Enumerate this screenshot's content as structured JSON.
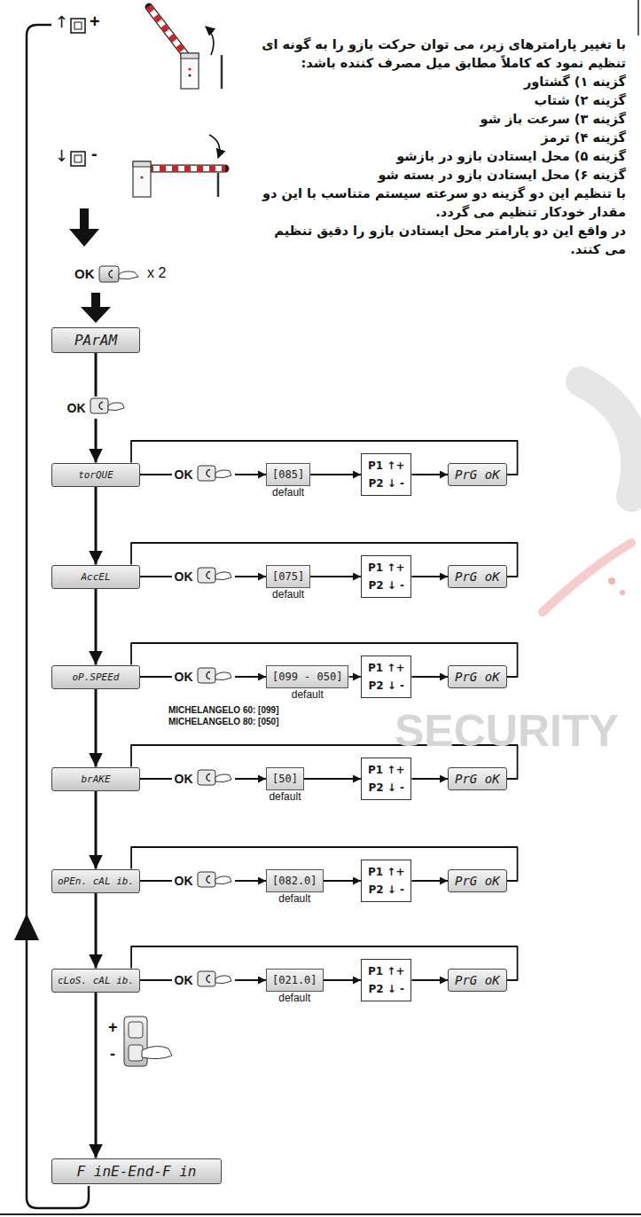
{
  "diagram": {
    "nodes": [
      {
        "text": [
          "PArAM"
        ]
      },
      {
        "text": [
          "torQUE"
        ]
      },
      {
        "text": [
          "[085]",
          "default"
        ]
      },
      {
        "text": [
          "P1 ↑+",
          "P2 ↓ -"
        ]
      },
      {
        "text": [
          "PrG oK"
        ]
      },
      {
        "text": [
          "AccEL"
        ]
      },
      {
        "text": [
          "[075]",
          "default"
        ]
      },
      {
        "text": [
          "P1 ↑+",
          "P2 ↓ -"
        ]
      },
      {
        "text": [
          "PrG oK"
        ]
      },
      {
        "text": [
          "oP.SPEEd"
        ]
      },
      {
        "text": [
          "[099 - 050]",
          "default"
        ]
      },
      {
        "text": [
          "P1 ↑+",
          "P2 ↓ -"
        ]
      },
      {
        "text": [
          "PrG oK"
        ]
      },
      {
        "text": [
          "brAKE"
        ]
      },
      {
        "text": [
          "[50]",
          "default"
        ]
      },
      {
        "text": [
          "P1 ↑+",
          "P2 ↓ -"
        ]
      },
      {
        "text": [
          "PrG oK"
        ]
      },
      {
        "text": [
          "oPEn. cAL ib."
        ]
      },
      {
        "text": [
          "[082.0]",
          "default"
        ]
      },
      {
        "text": [
          "P1 ↑+",
          "P2 ↓ -"
        ]
      },
      {
        "text": [
          "PrG oK"
        ]
      },
      {
        "text": [
          "cLoS. cAL ib."
        ]
      },
      {
        "text": [
          "[021.0]",
          "default"
        ]
      },
      {
        "text": [
          "P1 ↑+",
          "P2 ↓ -"
        ]
      },
      {
        "text": [
          "PrG oK"
        ]
      },
      {
        "text": [
          "F inE-End-F in"
        ]
      }
    ],
    "edges": [
      {
        "from": 0,
        "to": 1,
        "arrow": "to",
        "label": "OK"
      },
      {
        "from": 1,
        "to": 2,
        "arrow": "to",
        "label": "OK"
      },
      {
        "from": 2,
        "to": 3,
        "arrow": "to"
      },
      {
        "from": 3,
        "to": 4,
        "arrow": "to"
      },
      {
        "from": 4,
        "to": 1,
        "arrow": "none"
      },
      {
        "from": 5,
        "to": 6,
        "arrow": "to",
        "label": "OK"
      },
      {
        "from": 6,
        "to": 7,
        "arrow": "to"
      },
      {
        "from": 7,
        "to": 8,
        "arrow": "to"
      },
      {
        "from": 8,
        "to": 5,
        "arrow": "none"
      },
      {
        "from": 9,
        "to": 10,
        "arrow": "to",
        "label": "OK"
      },
      {
        "from": 10,
        "to": 11,
        "arrow": "to"
      },
      {
        "from": 11,
        "to": 12,
        "arrow": "to"
      },
      {
        "from": 12,
        "to": 9,
        "arrow": "none"
      },
      {
        "from": 13,
        "to": 14,
        "arrow": "to",
        "label": "OK"
      },
      {
        "from": 14,
        "to": 15,
        "arrow": "to"
      },
      {
        "from": 15,
        "to": 16,
        "arrow": "to"
      },
      {
        "from": 16,
        "to": 13,
        "arrow": "none"
      },
      {
        "from": 17,
        "to": 18,
        "arrow": "to",
        "label": "OK"
      },
      {
        "from": 18,
        "to": 19,
        "arrow": "to"
      },
      {
        "from": 19,
        "to": 20,
        "arrow": "to"
      },
      {
        "from": 20,
        "to": 17,
        "arrow": "none"
      },
      {
        "from": 21,
        "to": 22,
        "arrow": "to",
        "label": "OK"
      },
      {
        "from": 22,
        "to": 23,
        "arrow": "to"
      },
      {
        "from": 23,
        "to": 24,
        "arrow": "to"
      },
      {
        "from": 24,
        "to": 21,
        "arrow": "none"
      },
      {
        "from": 1,
        "to": 5,
        "arrow": "to"
      },
      {
        "from": 5,
        "to": 9,
        "arrow": "to"
      },
      {
        "from": 9,
        "to": 13,
        "arrow": "to"
      },
      {
        "from": 13,
        "to": 17,
        "arrow": "to"
      },
      {
        "from": 17,
        "to": 21,
        "arrow": "to"
      },
      {
        "from": 21,
        "to": 25,
        "arrow": "to"
      }
    ],
    "labels": [
      "↑",
      "+",
      "↓",
      "-",
      "OK",
      "x 2",
      "با تغییر پارامترهای زیر، می توان حرکت بازو را به گونه ای تنظیم نمود که کاملاً مطابق میل مصرف کننده باشد:",
      "گزینه ۱) گشتاور",
      "گزینه ۲) شتاب",
      "گزینه ۳) سرعت باز شو",
      "گزینه ۴) ترمز",
      "گزینه ۵) محل ایستادن بازو در بازشو",
      "گزینه ۶) محل ایستادن بازو در بسته شو",
      "با تنظیم این دو گزینه دو سرعته سیستم متناسب با این دو مقدار خودکار تنظیم می گردد.",
      "در واقع این دو پارامتر محل ایستادن بازو را دقیق تنظیم می کنند.",
      "MICHELANGELO 60: [099]",
      "MICHELANGELO 80: [050]",
      "+",
      "-",
      "SECURITY"
    ]
  }
}
